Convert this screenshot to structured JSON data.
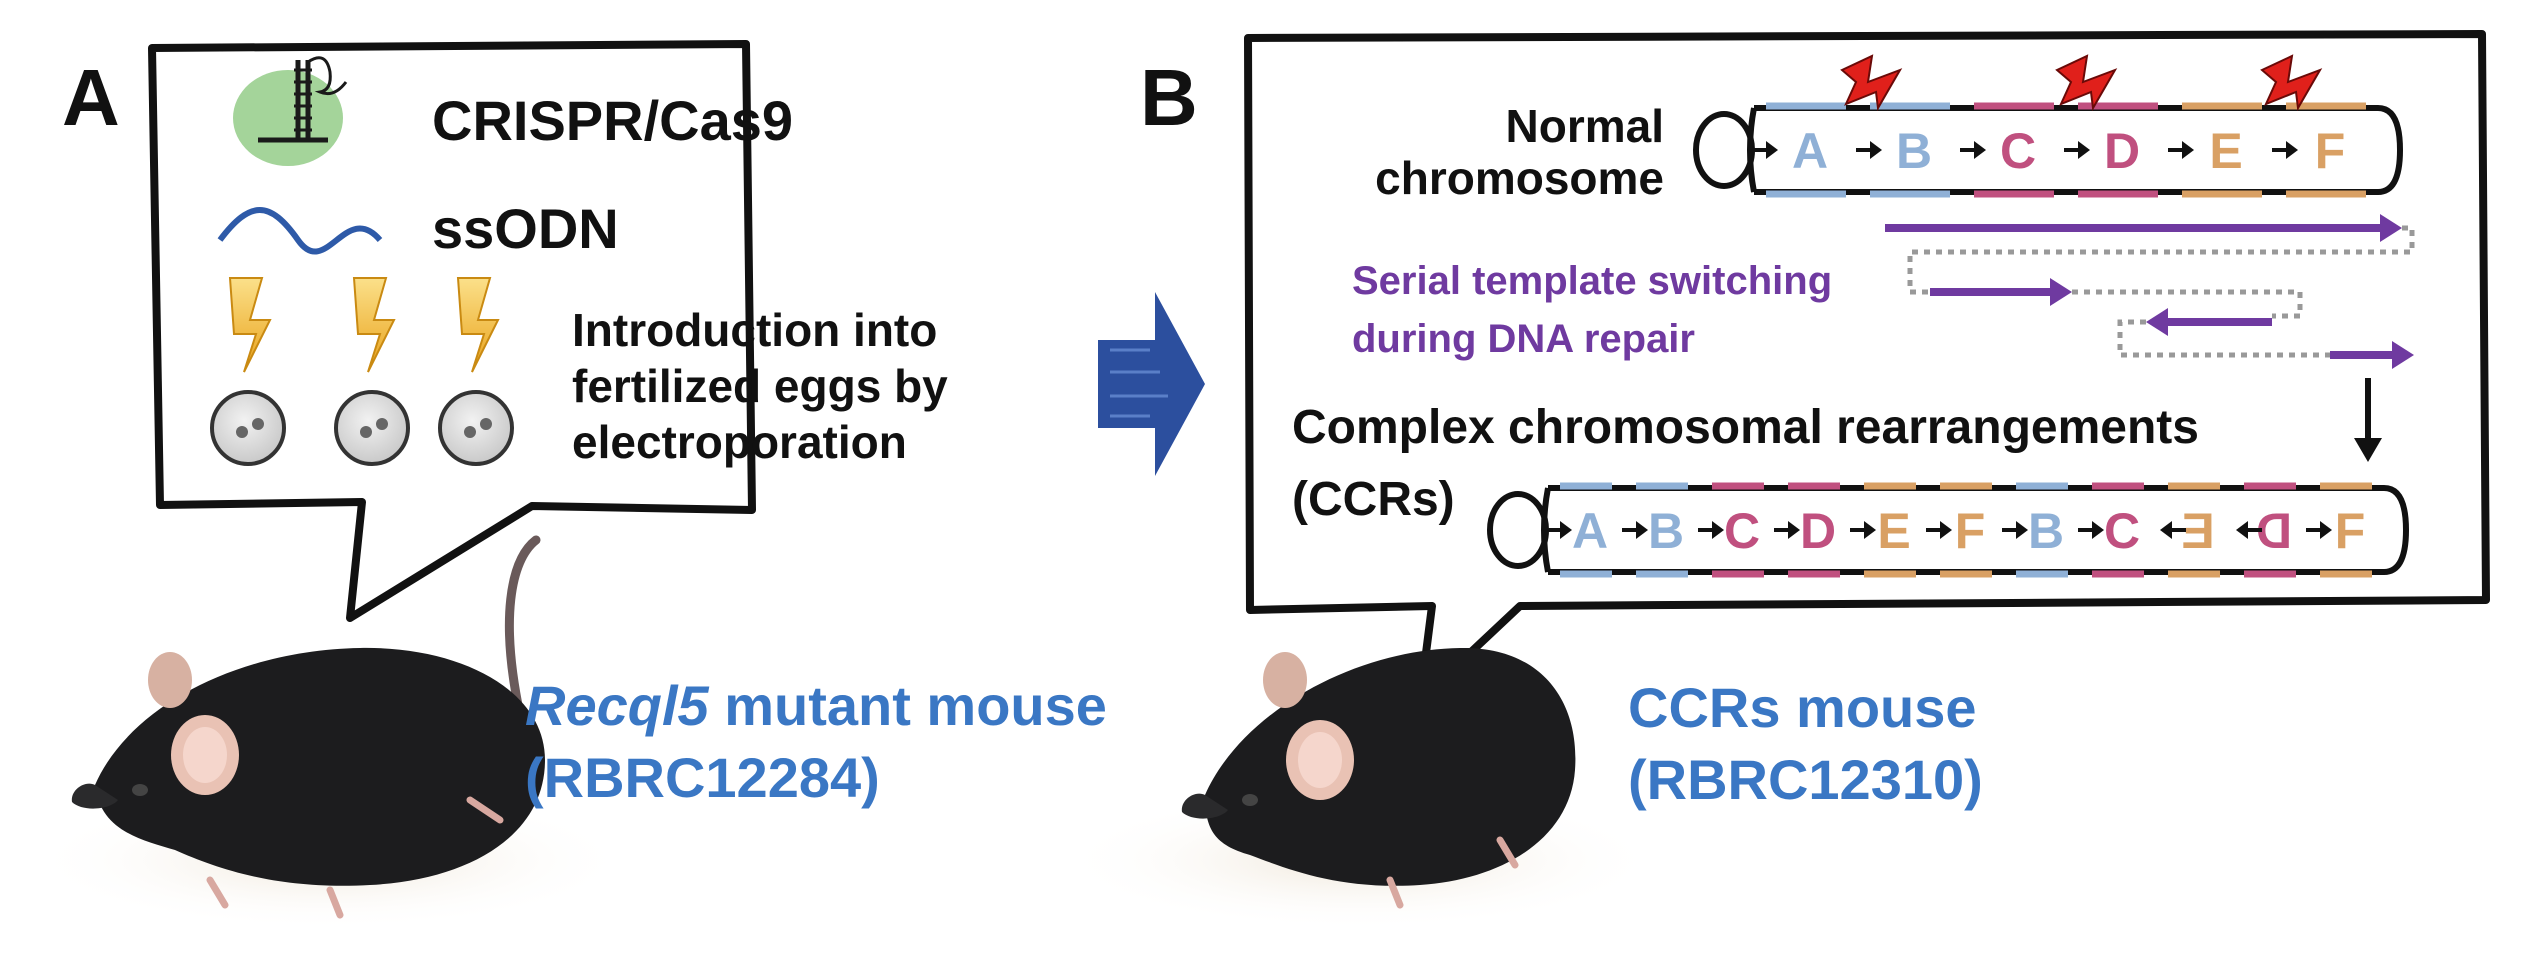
{
  "panel_a": {
    "label": "A",
    "crispr": "CRISPR/Cas9",
    "ssodn": "ssODN",
    "introduction_lines": [
      "Introduction into",
      "fertilized eggs by",
      "electroporation"
    ],
    "mouse_name_italic": "Recql5",
    "mouse_name_rest": " mutant mouse",
    "mouse_id": "(RBRC12284)"
  },
  "panel_b": {
    "label": "B",
    "normal_lines": [
      "Normal",
      "chromosome"
    ],
    "serial_lines": [
      "Serial template switching",
      "during DNA repair"
    ],
    "ccr_line1": "Complex chromosomal rearrangements",
    "ccr_line2": "(CCRs)",
    "mouse_name": "CCRs mouse",
    "mouse_id": "(RBRC12310)",
    "normal_segments": [
      "A",
      "B",
      "C",
      "D",
      "E",
      "F"
    ],
    "ccr_segments": [
      "A",
      "B",
      "C",
      "D",
      "E",
      "F",
      "B",
      "C",
      "E",
      "D",
      "F"
    ]
  },
  "colors": {
    "segment_blue": "#8fb0d6",
    "segment_pink": "#c0507f",
    "segment_orange": "#d9a064",
    "purple_arrow": "#6f3aa0",
    "text_blue": "#3a77c4",
    "chevron_blue": "#2c4f9e",
    "lightning_red": "#e0201b",
    "lightning_yellow": "#f3c130"
  }
}
